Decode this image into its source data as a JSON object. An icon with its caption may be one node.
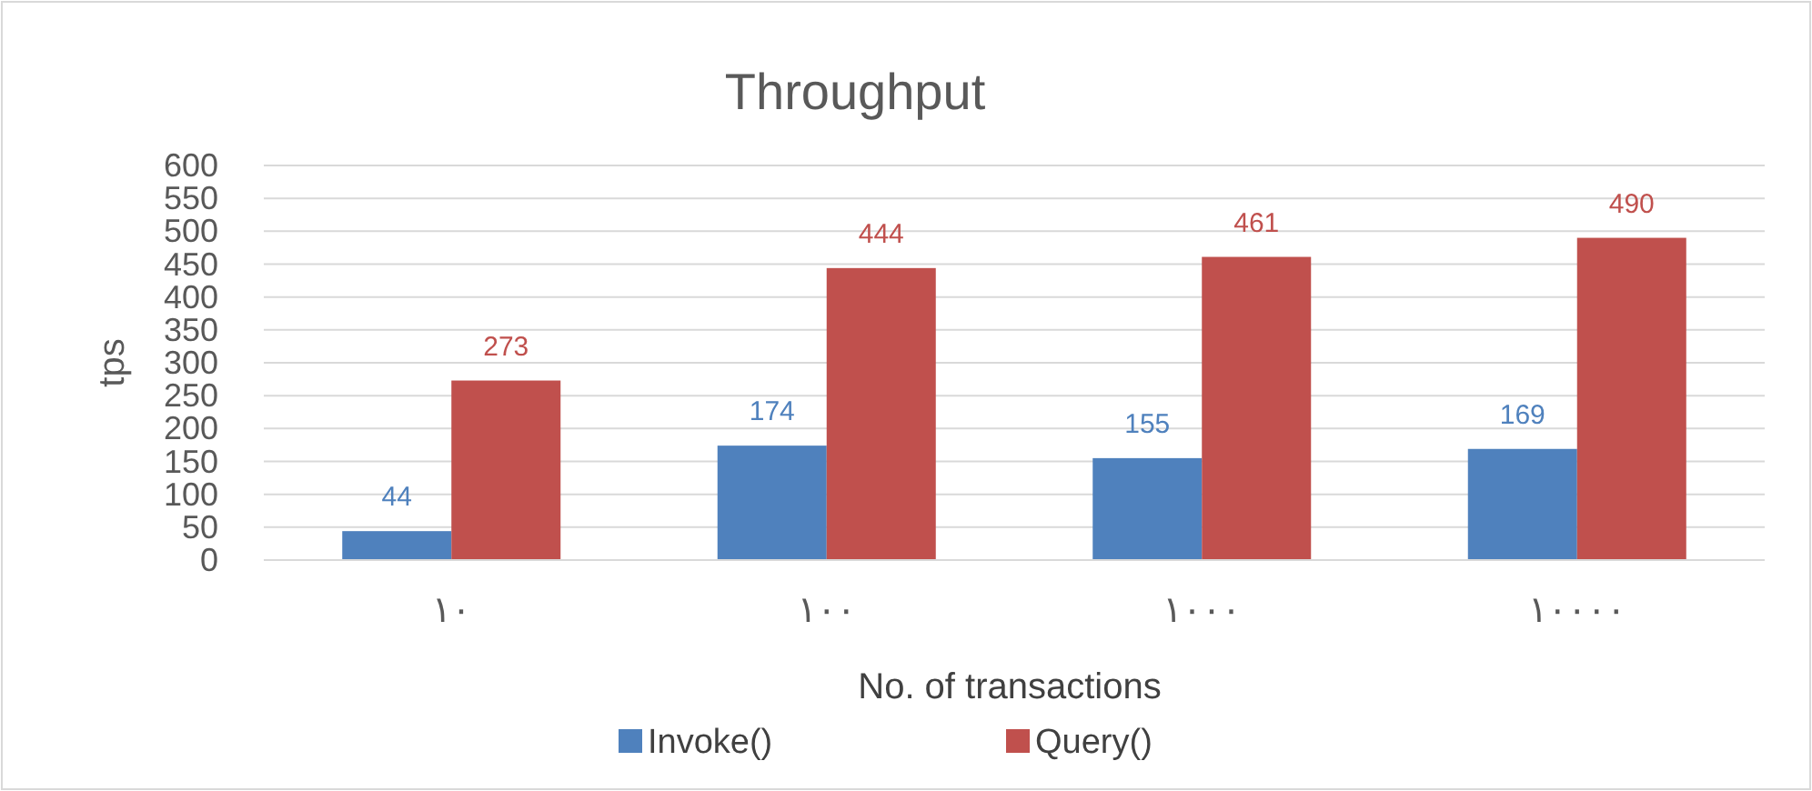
{
  "diagram": {
    "chart_data": {
      "type": "bar",
      "title": "Throughput",
      "xlabel": "No. of transactions",
      "ylabel": "tps",
      "categories": [
        "١٠",
        "١٠٠",
        "١٠٠٠",
        "١٠٠٠٠"
      ],
      "series": [
        {
          "name": "Invoke()",
          "color": "#4f81bd",
          "values": [
            44,
            174,
            155,
            169
          ]
        },
        {
          "name": "Query()",
          "color": "#c0504d",
          "values": [
            273,
            444,
            461,
            490
          ]
        }
      ],
      "ylim": [
        0,
        600
      ],
      "yticks": [
        0,
        50,
        100,
        150,
        200,
        250,
        300,
        350,
        400,
        450,
        500,
        550,
        600
      ],
      "data_labels": true,
      "grid": true,
      "legend": "bottom"
    }
  }
}
